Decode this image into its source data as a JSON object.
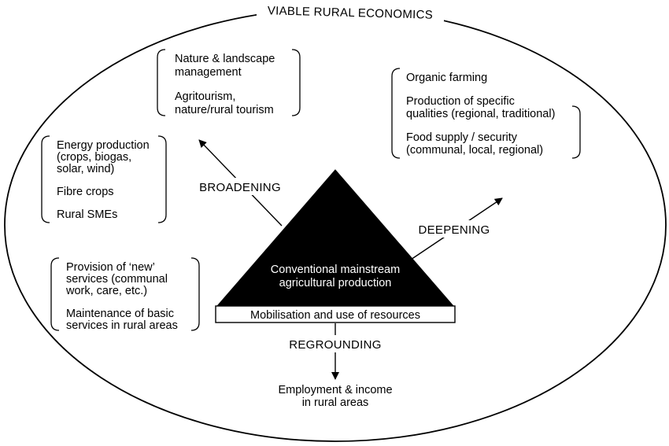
{
  "title": "VIABLE RURAL ECONOMICS",
  "triangle": {
    "label_lines": [
      "Conventional mainstream",
      "agricultural production"
    ],
    "base_label": "Mobilisation and use of resources"
  },
  "directions": {
    "broadening": "BROADENING",
    "deepening": "DEEPENING",
    "regrounding": "REGROUNDING"
  },
  "outcome_lines": [
    "Employment & income",
    "in rural areas"
  ],
  "boxes": {
    "nature": {
      "lines": [
        "Nature & landscape",
        "management",
        "",
        "Agritourism,",
        "nature/rural tourism"
      ]
    },
    "energy": {
      "lines": [
        "Energy production",
        "(crops, biogas,",
        "solar, wind)",
        "",
        "Fibre crops",
        "",
        "Rural SMEs"
      ]
    },
    "services": {
      "lines": [
        "Provision of ‘new’",
        "services (communal",
        "work, care, etc.)",
        "",
        "Maintenance of basic",
        "services in rural areas"
      ]
    },
    "organic": {
      "lines": [
        "Organic farming",
        "",
        "Production of specific",
        "qualities (regional, traditional)",
        "",
        "Food supply / security",
        "(communal, local, regional)"
      ]
    }
  }
}
